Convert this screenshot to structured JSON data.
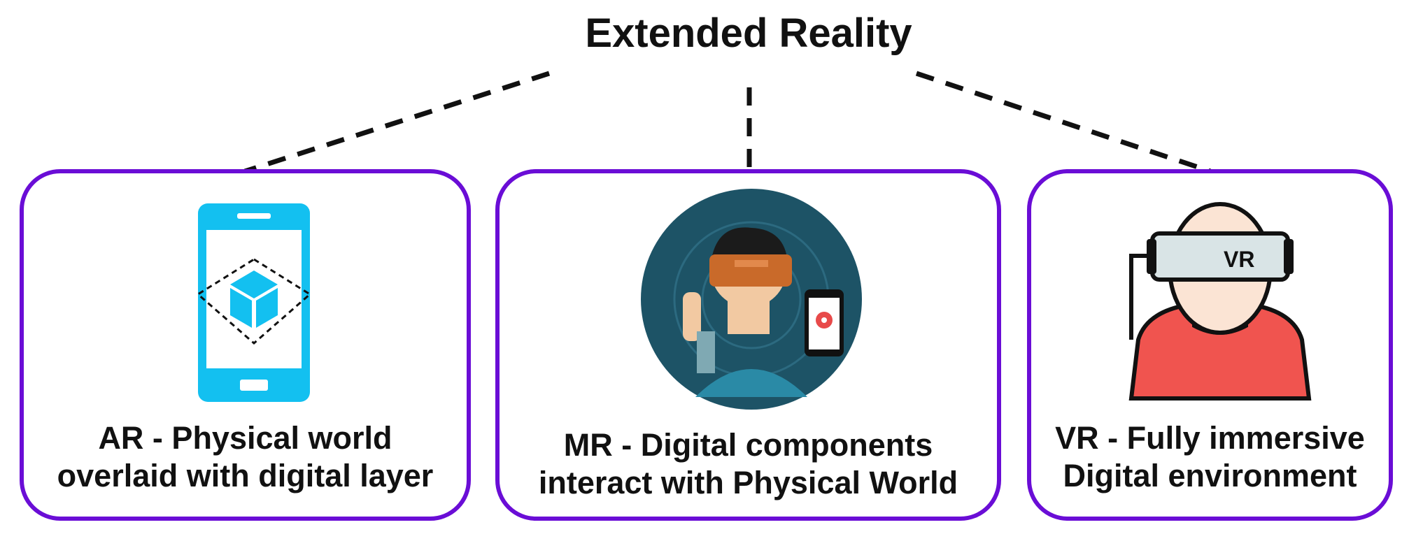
{
  "diagram": {
    "title": "Extended Reality",
    "boxes": [
      {
        "id": "ar",
        "line1": "AR - Physical world",
        "line2": "overlaid with digital layer",
        "icon": "smartphone-ar-cube-icon"
      },
      {
        "id": "mr",
        "line1": "MR - Digital components",
        "line2": "interact with Physical World",
        "icon": "mixed-reality-headset-icon"
      },
      {
        "id": "vr",
        "line1": "VR - Fully immersive",
        "line2": "Digital environment",
        "icon": "vr-headset-person-icon"
      }
    ]
  },
  "colors": {
    "box_border": "#6a0dd6",
    "phone": "#13c0f0",
    "mr_circle": "#1d5366",
    "vr_shirt": "#f0544f",
    "vr_visor": "#d9e4e6"
  }
}
